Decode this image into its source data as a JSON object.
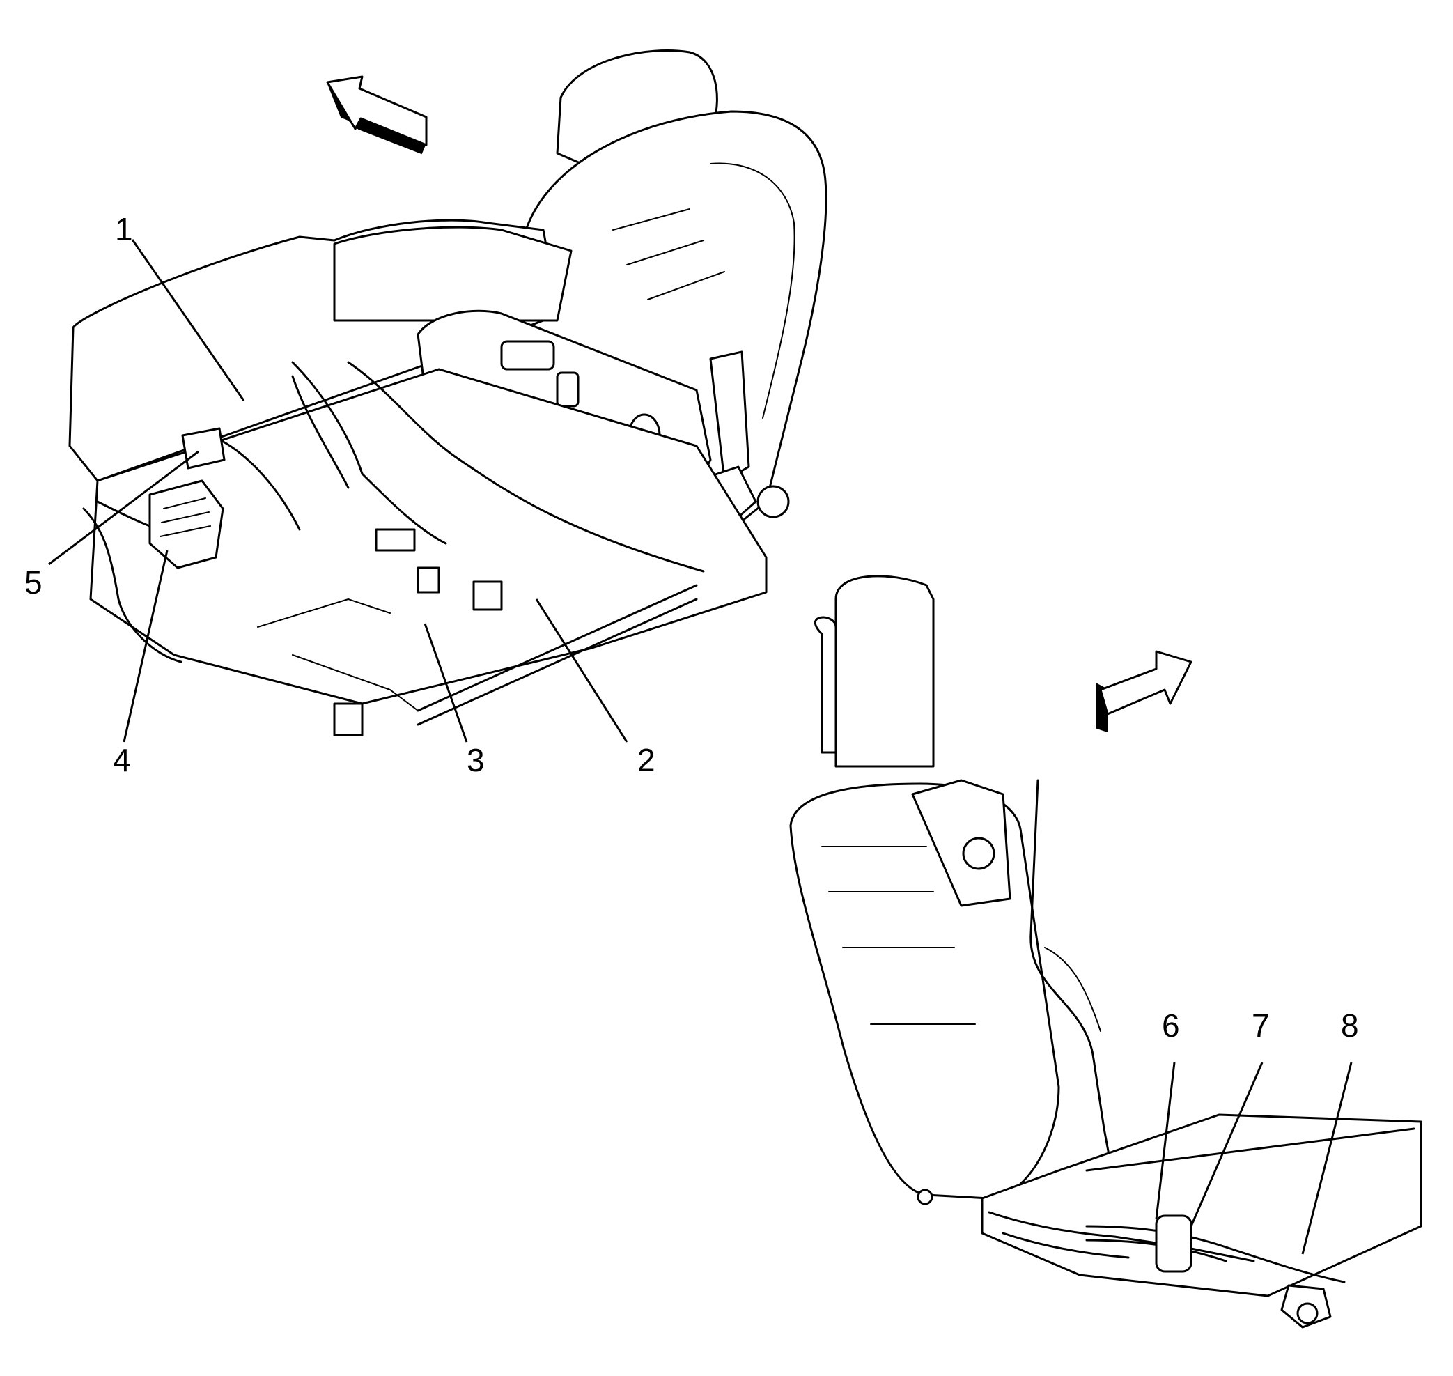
{
  "callouts": [
    "1",
    "2",
    "3",
    "4",
    "5",
    "6",
    "7",
    "8"
  ],
  "icons": {
    "front_seat_arrow": "direction-arrow-icon",
    "rear_seat_arrow": "direction-arrow-icon"
  }
}
